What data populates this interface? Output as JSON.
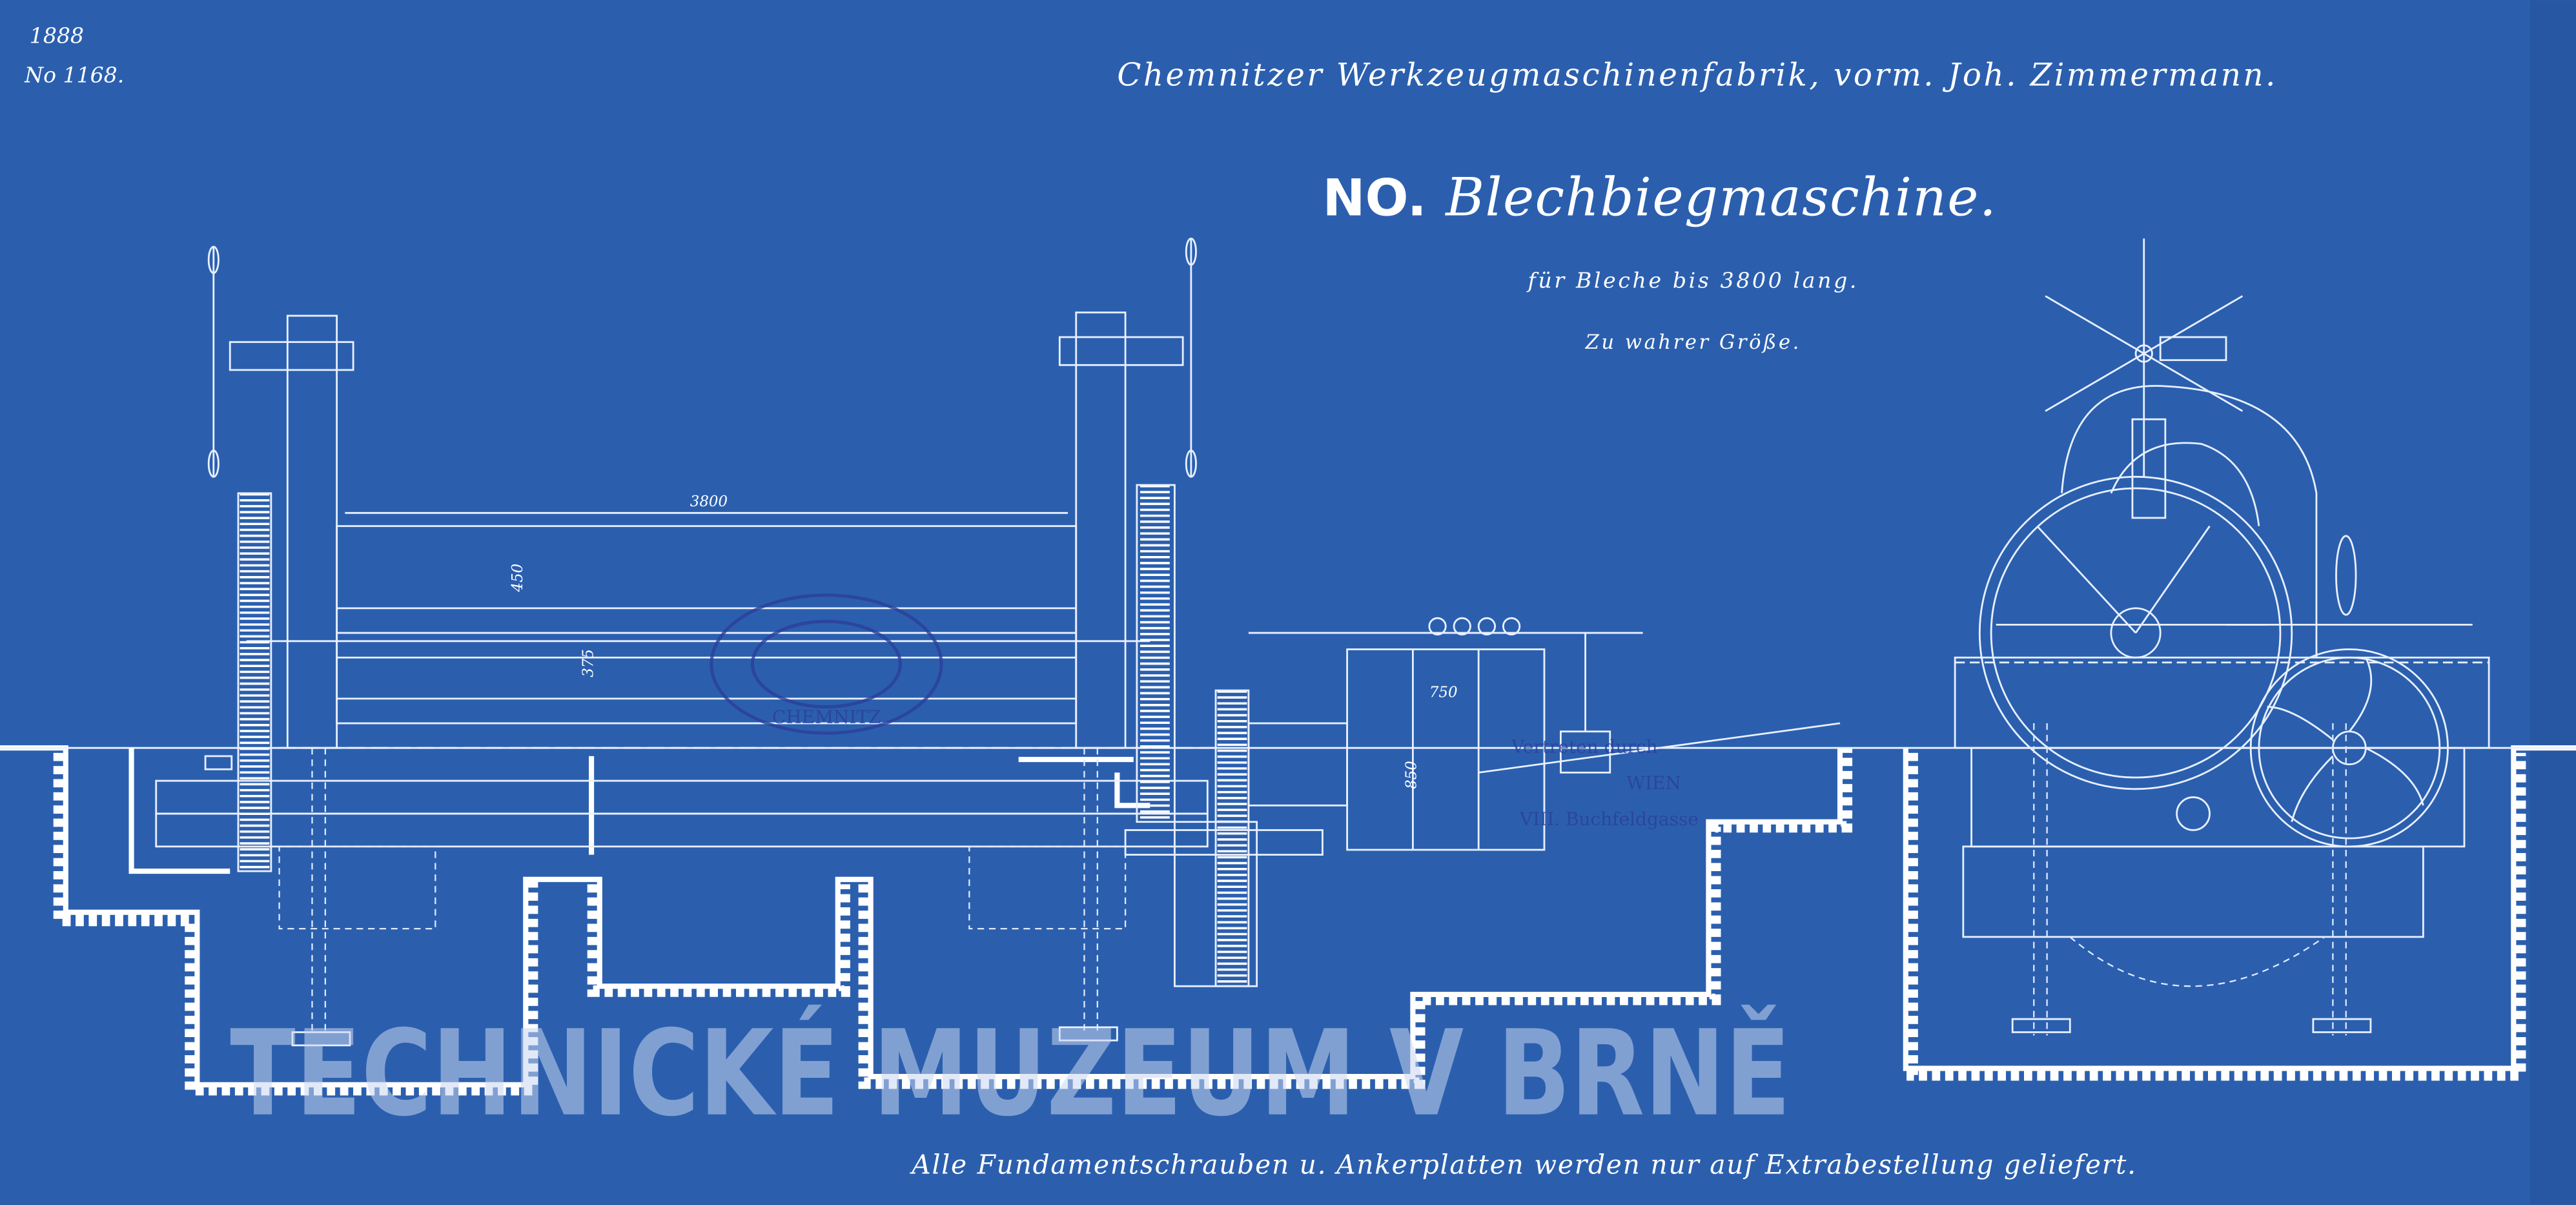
{
  "document": {
    "year": "1888",
    "number": "No 1168.",
    "manufacturer": "Chemnitzer Werkzeugmaschinenfabrik, vorm. Joh. Zimmermann.",
    "title_prefix": "NO.",
    "title": "Blechbiegmaschine.",
    "subtitle": "für Bleche bis 3800 lang.",
    "scale_note": "Zu wahrer Größe.",
    "footer_note": "Alle Fundamentschrauben u. Ankerplatten werden nur auf Extrabestellung geliefert."
  },
  "dimensions": {
    "roller_length": "3800",
    "roller_height": "450",
    "roller_gap": "375",
    "drive_width": "750",
    "drive_height": "850"
  },
  "stamps": {
    "oval_stamp_city": "CHEMNITZ",
    "dealer_line1": "Vertreten durch",
    "dealer_line2": "WIEN",
    "dealer_line3": "VIII. Buchfeldgasse"
  },
  "watermark": "TECHNICKÉ MUZEUM V BRNĚ",
  "colors": {
    "paper": "#2a5ead",
    "lines": "#ffffff",
    "stamp_ink": "#2c3f9a"
  }
}
